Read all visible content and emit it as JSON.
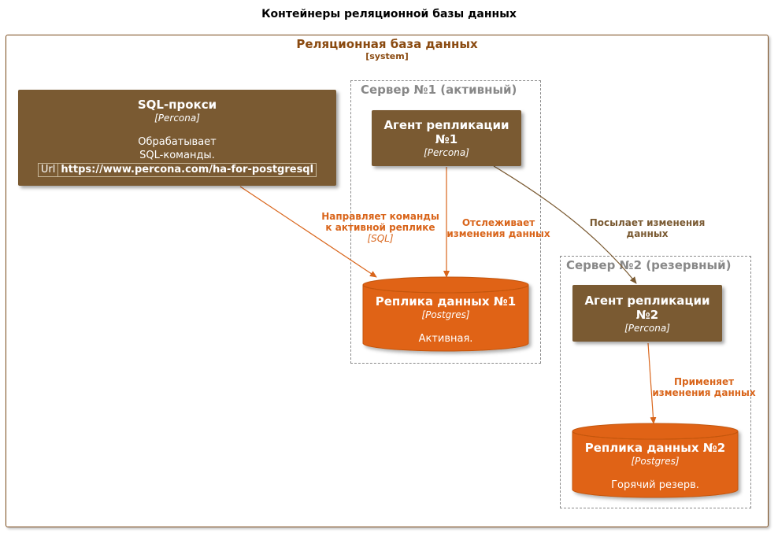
{
  "title": "Контейнеры реляционной базы данных",
  "system": {
    "name": "Реляционная база данных",
    "tag": "[system]"
  },
  "colors": {
    "container": "#7a5a32",
    "database": "#e06414",
    "boundary": "#7a4a1a",
    "edge_orange": "#d9651b",
    "edge_brown": "#7a5a32"
  },
  "servers": [
    {
      "label": "Сервер №1 (активный)"
    },
    {
      "label": "Сервер №2 (резервный)"
    }
  ],
  "containers": {
    "proxy": {
      "title": "SQL-прокси",
      "tech": "[Percona]",
      "desc_line1": "Обрабатывает",
      "desc_line2": "SQL-команды.",
      "url_key": "Url",
      "url_value": "https://www.percona.com/ha-for-postgresql"
    },
    "agent1": {
      "title_line1": "Агент репликации",
      "title_line2": "№1",
      "tech": "[Percona]"
    },
    "agent2": {
      "title_line1": "Агент репликации",
      "title_line2": "№2",
      "tech": "[Percona]"
    }
  },
  "databases": {
    "replica1": {
      "title": "Реплика данных №1",
      "tech": "[Postgres]",
      "desc": "Активная."
    },
    "replica2": {
      "title": "Реплика данных №2",
      "tech": "[Postgres]",
      "desc": "Горячий резерв."
    }
  },
  "edges": {
    "proxy_to_replica1": {
      "line1": "Направляет команды",
      "line2": "к активной реплике",
      "tech": "[SQL]"
    },
    "agent1_to_replica1": {
      "line1": "Отслеживает",
      "line2": "изменения данных"
    },
    "agent1_to_agent2": {
      "line1": "Посылает изменения",
      "line2": "данных"
    },
    "agent2_to_replica2": {
      "line1": "Применяет",
      "line2": "изменения данных"
    }
  }
}
